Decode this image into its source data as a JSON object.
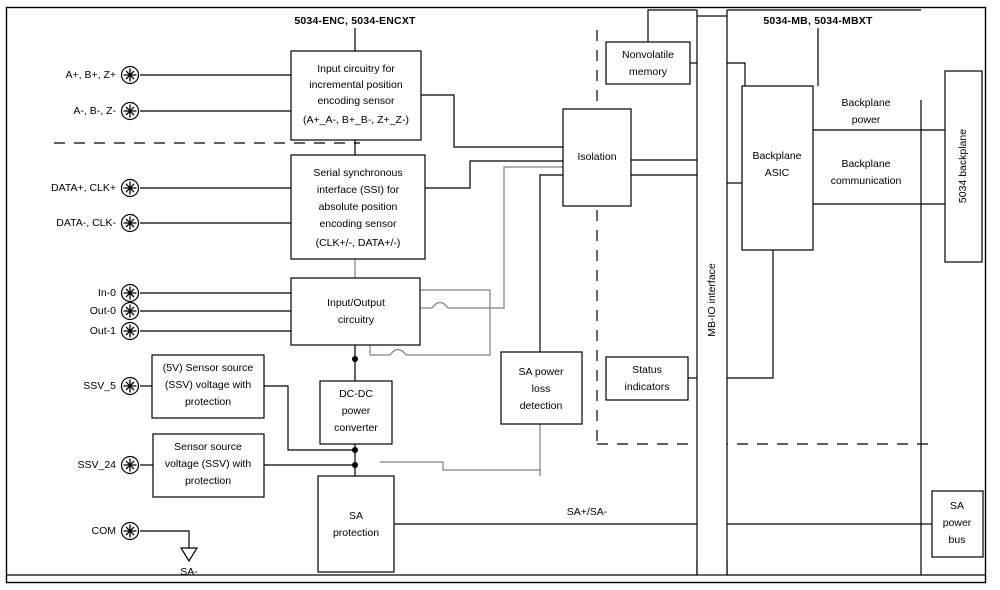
{
  "diagram": {
    "title_left": "5034-ENC, 5034-ENCXT",
    "title_right": "5034-MB, 5034-MBXT",
    "colors": {
      "line": "#000000",
      "line_gray": "#808080",
      "box_fill": "#ffffff",
      "text": "#000000"
    }
  },
  "terminals": [
    {
      "id": "t-a-plus",
      "label": "A+, B+, Z+"
    },
    {
      "id": "t-a-minus",
      "label": "A-, B-, Z-"
    },
    {
      "id": "t-data-plus",
      "label": "DATA+, CLK+"
    },
    {
      "id": "t-data-minus",
      "label": "DATA-, CLK-"
    },
    {
      "id": "t-in0",
      "label": "In-0"
    },
    {
      "id": "t-out0",
      "label": "Out-0"
    },
    {
      "id": "t-out1",
      "label": "Out-1"
    },
    {
      "id": "t-ssv5",
      "label": "SSV_5"
    },
    {
      "id": "t-ssv24",
      "label": "SSV_24"
    },
    {
      "id": "t-com",
      "label": "COM"
    }
  ],
  "blocks": {
    "incremental_input": {
      "lines": [
        "Input circuitry for",
        "incremental position",
        "encoding sensor",
        "(A+_A-, B+_B-, Z+_Z-)"
      ]
    },
    "ssi": {
      "lines": [
        "Serial synchronous",
        "interface (SSI) for",
        "absolute position",
        "encoding sensor",
        "(CLK+/-, DATA+/-)"
      ]
    },
    "io_circuitry": {
      "lines": [
        "Input/Output",
        "circuitry"
      ]
    },
    "ssv5": {
      "lines": [
        "(5V) Sensor source",
        "(SSV) voltage with",
        "protection"
      ]
    },
    "ssv24": {
      "lines": [
        "Sensor source",
        "voltage (SSV) with",
        "protection"
      ]
    },
    "dcdc": {
      "lines": [
        "DC-DC",
        "power",
        "converter"
      ]
    },
    "sa_protection": {
      "lines": [
        "SA",
        "protection"
      ]
    },
    "sa_power_loss": {
      "lines": [
        "SA power",
        "loss",
        "detection"
      ]
    },
    "isolation": {
      "lines": [
        "Isolation"
      ]
    },
    "nonvolatile_memory": {
      "lines": [
        "Nonvolatile",
        "memory"
      ]
    },
    "status_indicators": {
      "lines": [
        "Status",
        "indicators"
      ]
    },
    "mb_io_interface": {
      "lines": [
        "MB-IO interface"
      ]
    },
    "backplane_asic": {
      "lines": [
        "Backplane",
        "ASIC"
      ]
    },
    "backplane_5034": {
      "lines": [
        "5034 backplane"
      ]
    },
    "sa_power_bus": {
      "lines": [
        "SA",
        "power",
        "bus"
      ]
    }
  },
  "wire_labels": {
    "backplane_power": [
      "Backplane",
      "power"
    ],
    "backplane_communication": [
      "Backplane",
      "communication"
    ],
    "sa_bus": "SA+/SA-",
    "ground_sa_minus": "SA-"
  }
}
